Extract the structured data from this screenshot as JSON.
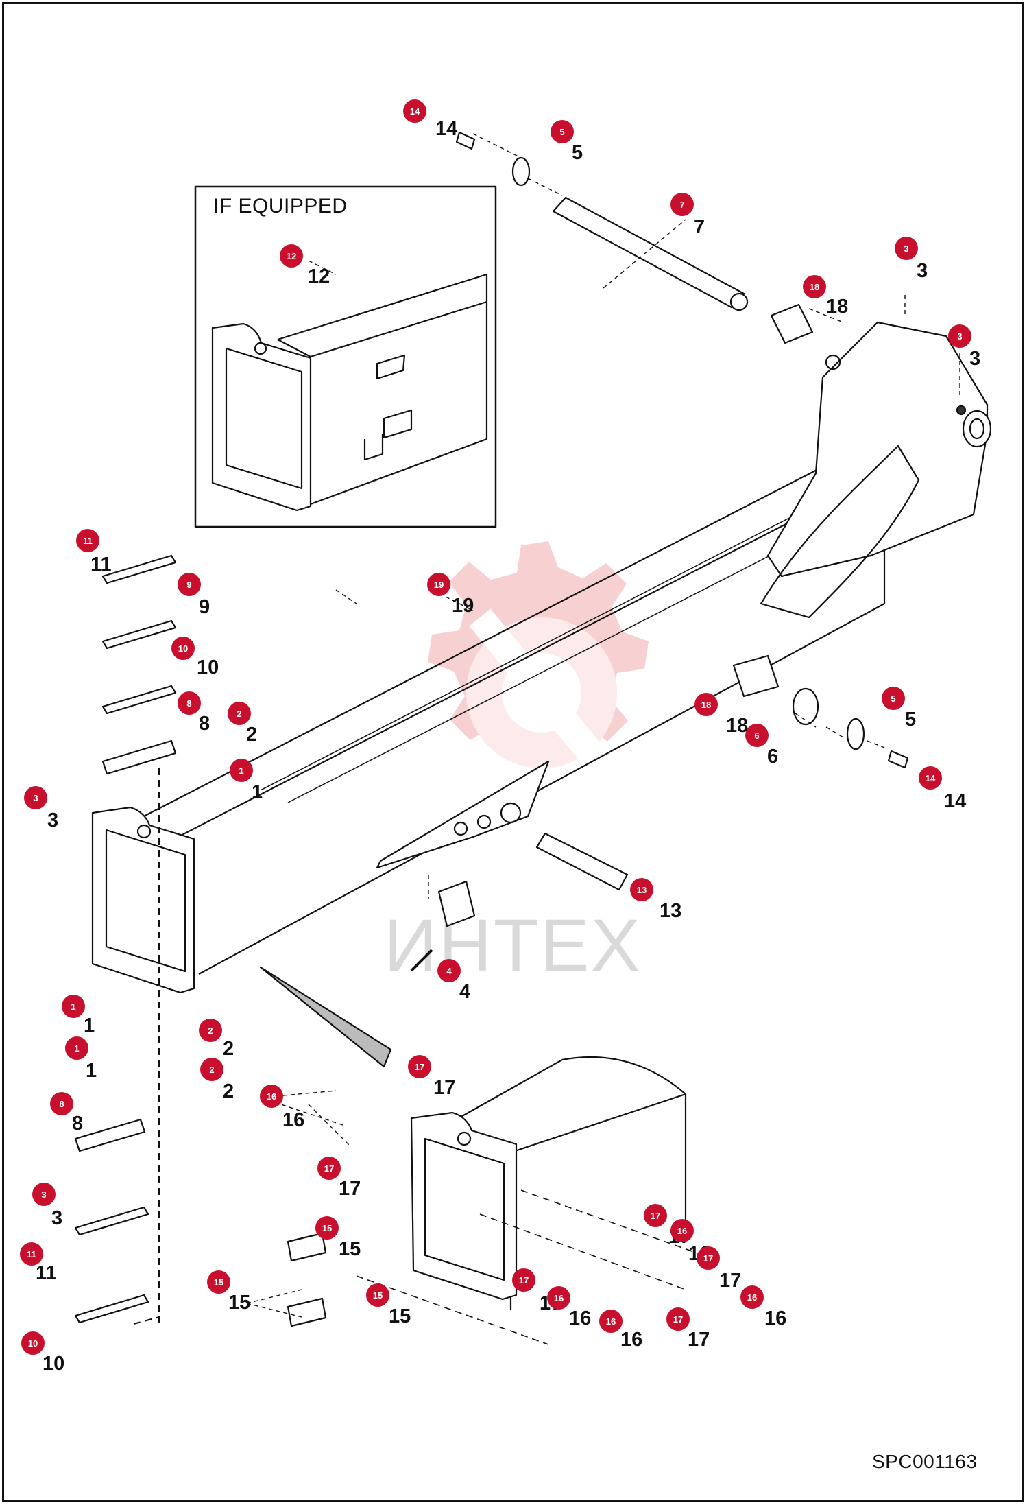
{
  "inset": {
    "title": "IF EQUIPPED"
  },
  "sheet_code": "SPC001163",
  "watermark": {
    "text": "ИНТЕХ"
  },
  "colors": {
    "callout_fill": "#c8102e",
    "line": "#111111",
    "watermark": "#f3c1c1"
  },
  "callouts": [
    {
      "num": "14",
      "label": "14"
    },
    {
      "num": "5",
      "label": "5"
    },
    {
      "num": "7",
      "label": "7"
    },
    {
      "num": "3",
      "label": "3"
    },
    {
      "num": "18",
      "label": "18"
    },
    {
      "num": "3",
      "label": "3"
    },
    {
      "num": "12",
      "label": "12"
    },
    {
      "num": "11",
      "label": "11"
    },
    {
      "num": "9",
      "label": "9"
    },
    {
      "num": "19",
      "label": "19"
    },
    {
      "num": "10",
      "label": "10"
    },
    {
      "num": "8",
      "label": "8"
    },
    {
      "num": "2",
      "label": "2"
    },
    {
      "num": "18",
      "label": "18"
    },
    {
      "num": "5",
      "label": "5"
    },
    {
      "num": "6",
      "label": "6"
    },
    {
      "num": "3",
      "label": "3"
    },
    {
      "num": "1",
      "label": "1"
    },
    {
      "num": "14",
      "label": "14"
    },
    {
      "num": "13",
      "label": "13"
    },
    {
      "num": "4",
      "label": "4"
    },
    {
      "num": "1",
      "label": "1"
    },
    {
      "num": "2",
      "label": "2"
    },
    {
      "num": "1",
      "label": "1"
    },
    {
      "num": "2",
      "label": "2"
    },
    {
      "num": "17",
      "label": "17"
    },
    {
      "num": "16",
      "label": "16"
    },
    {
      "num": "8",
      "label": "8"
    },
    {
      "num": "17",
      "label": "17"
    },
    {
      "num": "3",
      "label": "3"
    },
    {
      "num": "15",
      "label": "15"
    },
    {
      "num": "17",
      "label": "17"
    },
    {
      "num": "16",
      "label": "16"
    },
    {
      "num": "11",
      "label": "11"
    },
    {
      "num": "17",
      "label": "17"
    },
    {
      "num": "15",
      "label": "15"
    },
    {
      "num": "15",
      "label": "15"
    },
    {
      "num": "17",
      "label": "17"
    },
    {
      "num": "16",
      "label": "16"
    },
    {
      "num": "16",
      "label": "16"
    },
    {
      "num": "17",
      "label": "17"
    },
    {
      "num": "16",
      "label": "16"
    },
    {
      "num": "10",
      "label": "10"
    }
  ]
}
